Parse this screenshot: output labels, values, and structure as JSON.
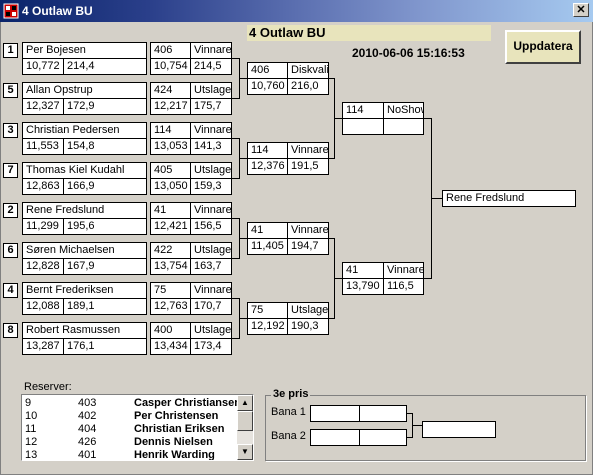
{
  "window": {
    "title": "4 Outlaw BU"
  },
  "header": {
    "title": "4 Outlaw BU",
    "datetime": "2010-06-06 15:16:53",
    "update_label": "Uppdatera"
  },
  "round1": [
    {
      "seed": "1",
      "name": "Per Bojesen",
      "s1": "10,772",
      "s2": "214,4",
      "lane": "406",
      "result": "Vinnare",
      "t1": "10,754",
      "t2": "214,5"
    },
    {
      "seed": "5",
      "name": "Allan Opstrup",
      "s1": "12,327",
      "s2": "172,9",
      "lane": "424",
      "result": "Utslagen",
      "t1": "12,217",
      "t2": "175,7"
    },
    {
      "seed": "3",
      "name": "Christian Pedersen",
      "s1": "11,553",
      "s2": "154,8",
      "lane": "114",
      "result": "Vinnare",
      "t1": "13,053",
      "t2": "141,3"
    },
    {
      "seed": "7",
      "name": "Thomas Kiel Kudahl",
      "s1": "12,863",
      "s2": "166,9",
      "lane": "405",
      "result": "Utslagen",
      "t1": "13,050",
      "t2": "159,3"
    },
    {
      "seed": "2",
      "name": "Rene Fredslund",
      "s1": "11,299",
      "s2": "195,6",
      "lane": "41",
      "result": "Vinnare",
      "t1": "12,421",
      "t2": "156,5"
    },
    {
      "seed": "6",
      "name": "Søren Michaelsen",
      "s1": "12,828",
      "s2": "167,9",
      "lane": "422",
      "result": "Utslagen",
      "t1": "13,754",
      "t2": "163,7"
    },
    {
      "seed": "4",
      "name": "Bernt Frederiksen",
      "s1": "12,088",
      "s2": "189,1",
      "lane": "75",
      "result": "Vinnare",
      "t1": "12,763",
      "t2": "170,7"
    },
    {
      "seed": "8",
      "name": "Robert Rasmussen",
      "s1": "13,287",
      "s2": "176,1",
      "lane": "400",
      "result": "Utslagen",
      "t1": "13,434",
      "t2": "173,4"
    }
  ],
  "round2": [
    {
      "lane": "406",
      "result": "Diskvalif",
      "t1": "10,760",
      "t2": "216,0"
    },
    {
      "lane": "114",
      "result": "Vinnare",
      "t1": "12,376",
      "t2": "191,5"
    },
    {
      "lane": "41",
      "result": "Vinnare",
      "t1": "11,405",
      "t2": "194,7"
    },
    {
      "lane": "75",
      "result": "Utslagen",
      "t1": "12,192",
      "t2": "190,3"
    }
  ],
  "semis": [
    {
      "lane": "114",
      "result": "NoShow",
      "t1": "",
      "t2": ""
    },
    {
      "lane": "41",
      "result": "Vinnare",
      "t1": "13,790",
      "t2": "116,5"
    }
  ],
  "winner": "Rene Fredslund",
  "reserves": {
    "label": "Reserver:",
    "rows": [
      {
        "num": "9",
        "lane": "403",
        "name": "Casper Christiansen"
      },
      {
        "num": "10",
        "lane": "402",
        "name": "Per Christensen"
      },
      {
        "num": "11",
        "lane": "404",
        "name": "Christian Eriksen"
      },
      {
        "num": "12",
        "lane": "426",
        "name": "Dennis Nielsen"
      },
      {
        "num": "13",
        "lane": "401",
        "name": "Henrik Warding"
      }
    ]
  },
  "third_prize": {
    "legend": "3e pris",
    "lane1": "Bana 1",
    "lane2": "Bana 2"
  },
  "colors": {
    "accent": "#e8e4bc",
    "background": "#d4d0c8"
  }
}
